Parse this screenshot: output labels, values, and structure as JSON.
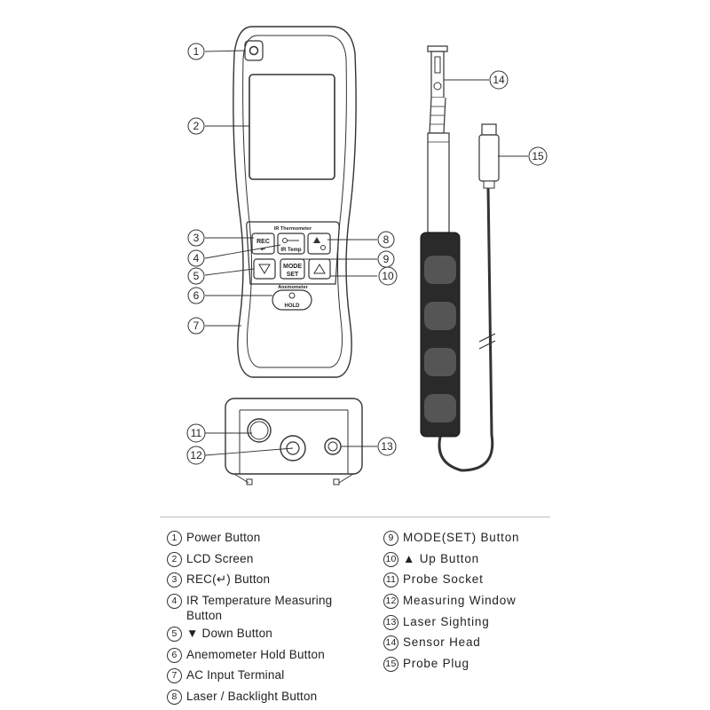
{
  "device": {
    "panel_title": "IR Thermometer",
    "btn_rec": "REC",
    "btn_rec_icon": "↵",
    "btn_ir": "IR Temp",
    "btn_mode_line1": "MODE",
    "btn_mode_line2": "SET",
    "anemometer_label": "Anemometer",
    "btn_hold": "HOLD"
  },
  "callouts": [
    "1",
    "2",
    "3",
    "4",
    "5",
    "6",
    "7",
    "8",
    "9",
    "10",
    "11",
    "12",
    "13",
    "14",
    "15"
  ],
  "legend": {
    "left": [
      {
        "num": "1",
        "label": "Power Button"
      },
      {
        "num": "2",
        "label": "LCD Screen"
      },
      {
        "num": "3",
        "label": "REC(↵) Button"
      },
      {
        "num": "4",
        "label": "IR Temperature Measuring",
        "label2": "Button"
      },
      {
        "num": "5",
        "label": "▼ Down Button"
      },
      {
        "num": "6",
        "label": "Anemometer Hold Button"
      },
      {
        "num": "7",
        "label": "AC Input Terminal"
      },
      {
        "num": "8",
        "label": "Laser / Backlight Button"
      }
    ],
    "right": [
      {
        "num": "9",
        "label": "MODE(SET) Button"
      },
      {
        "num": "10",
        "label": "▲ Up Button"
      },
      {
        "num": "11",
        "label": "Probe Socket"
      },
      {
        "num": "12",
        "label": "Measuring Window"
      },
      {
        "num": "13",
        "label": "Laser Sighting"
      },
      {
        "num": "14",
        "label": "Sensor Head"
      },
      {
        "num": "15",
        "label": "Probe Plug"
      }
    ]
  }
}
